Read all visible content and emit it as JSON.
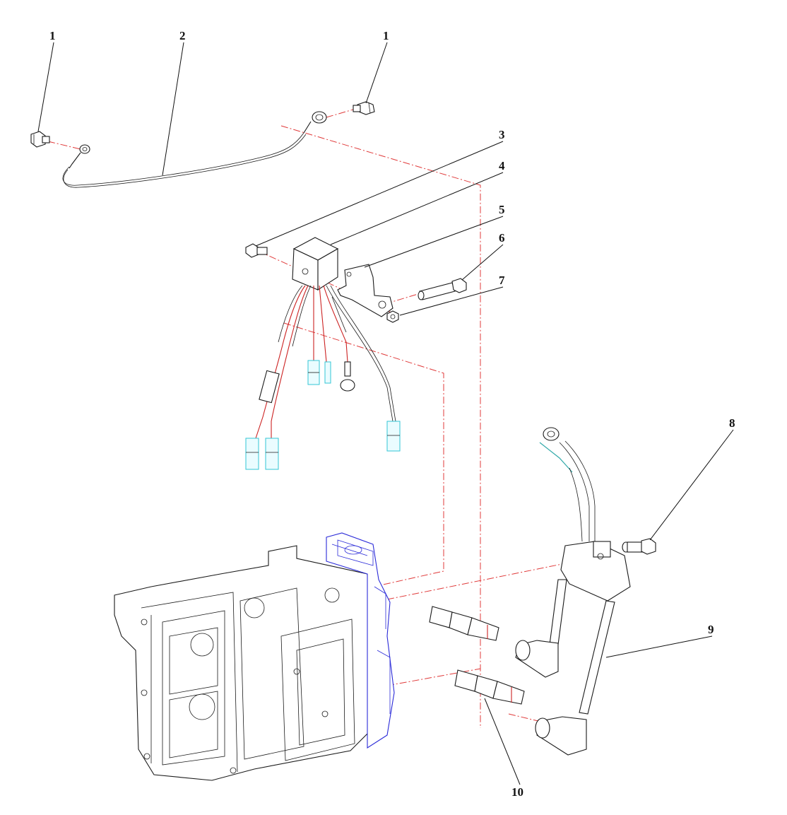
{
  "diagram": {
    "callouts": [
      {
        "id": "callout-1a",
        "label": "1"
      },
      {
        "id": "callout-2",
        "label": "2"
      },
      {
        "id": "callout-1b",
        "label": "1"
      },
      {
        "id": "callout-3",
        "label": "3"
      },
      {
        "id": "callout-4",
        "label": "4"
      },
      {
        "id": "callout-5",
        "label": "5"
      },
      {
        "id": "callout-6",
        "label": "6"
      },
      {
        "id": "callout-7",
        "label": "7"
      },
      {
        "id": "callout-8",
        "label": "8"
      },
      {
        "id": "callout-9",
        "label": "9"
      },
      {
        "id": "callout-10",
        "label": "10"
      }
    ],
    "colors": {
      "line": "#1a1a1a",
      "axis": "#e03a3a",
      "wire": "#cc2222",
      "connector": "#33c6d6",
      "cover": "#2a2ad8"
    }
  }
}
